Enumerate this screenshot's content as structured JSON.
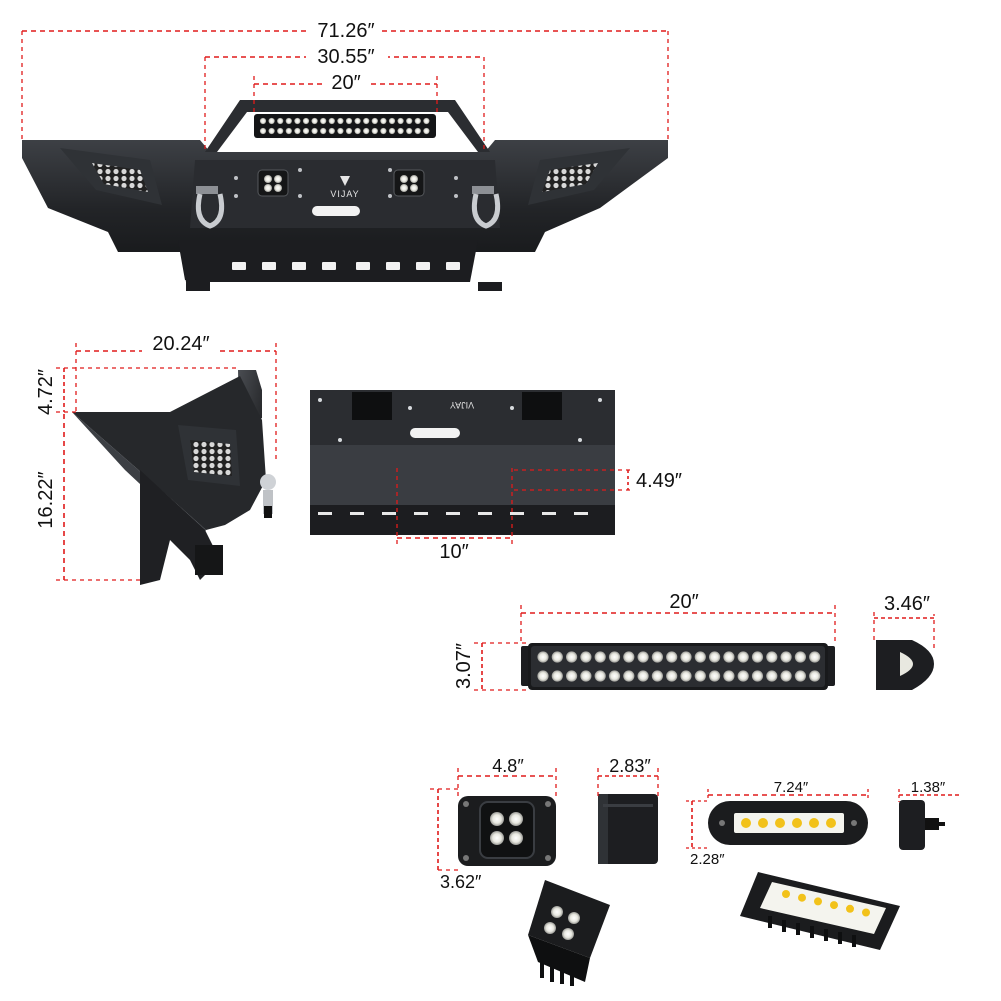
{
  "colors": {
    "dimension_line": "#e01b1b",
    "metal_dark": "#1b1c1e",
    "metal_mid": "#2c2e31",
    "metal_light": "#4a4d52",
    "led": "#f4f4ee",
    "led_amber": "#f2c21a",
    "background": "#ffffff"
  },
  "brand": {
    "front_logo": "VIJAY",
    "rear_logo": "VIJAY"
  },
  "dimensions": {
    "bumper_total_width": "71.26″",
    "bumper_center_width": "30.55″",
    "bumper_lightbar_width": "20″",
    "side_depth": "20.24″",
    "side_top_height": "4.72″",
    "side_total_height": "16.22″",
    "winch_plate_height": "4.49″",
    "winch_plate_spacing": "10″",
    "lightbar_length": "20″",
    "lightbar_height": "3.07″",
    "lightbar_depth": "3.46″",
    "pod_width": "4.8″",
    "pod_depth": "2.83″",
    "pod_height": "3.62″",
    "worklight_length": "7.24″",
    "worklight_depth": "1.38″",
    "worklight_height": "2.28″"
  },
  "icons": {
    "shackle": "shackle-icon",
    "led": "led-icon"
  }
}
